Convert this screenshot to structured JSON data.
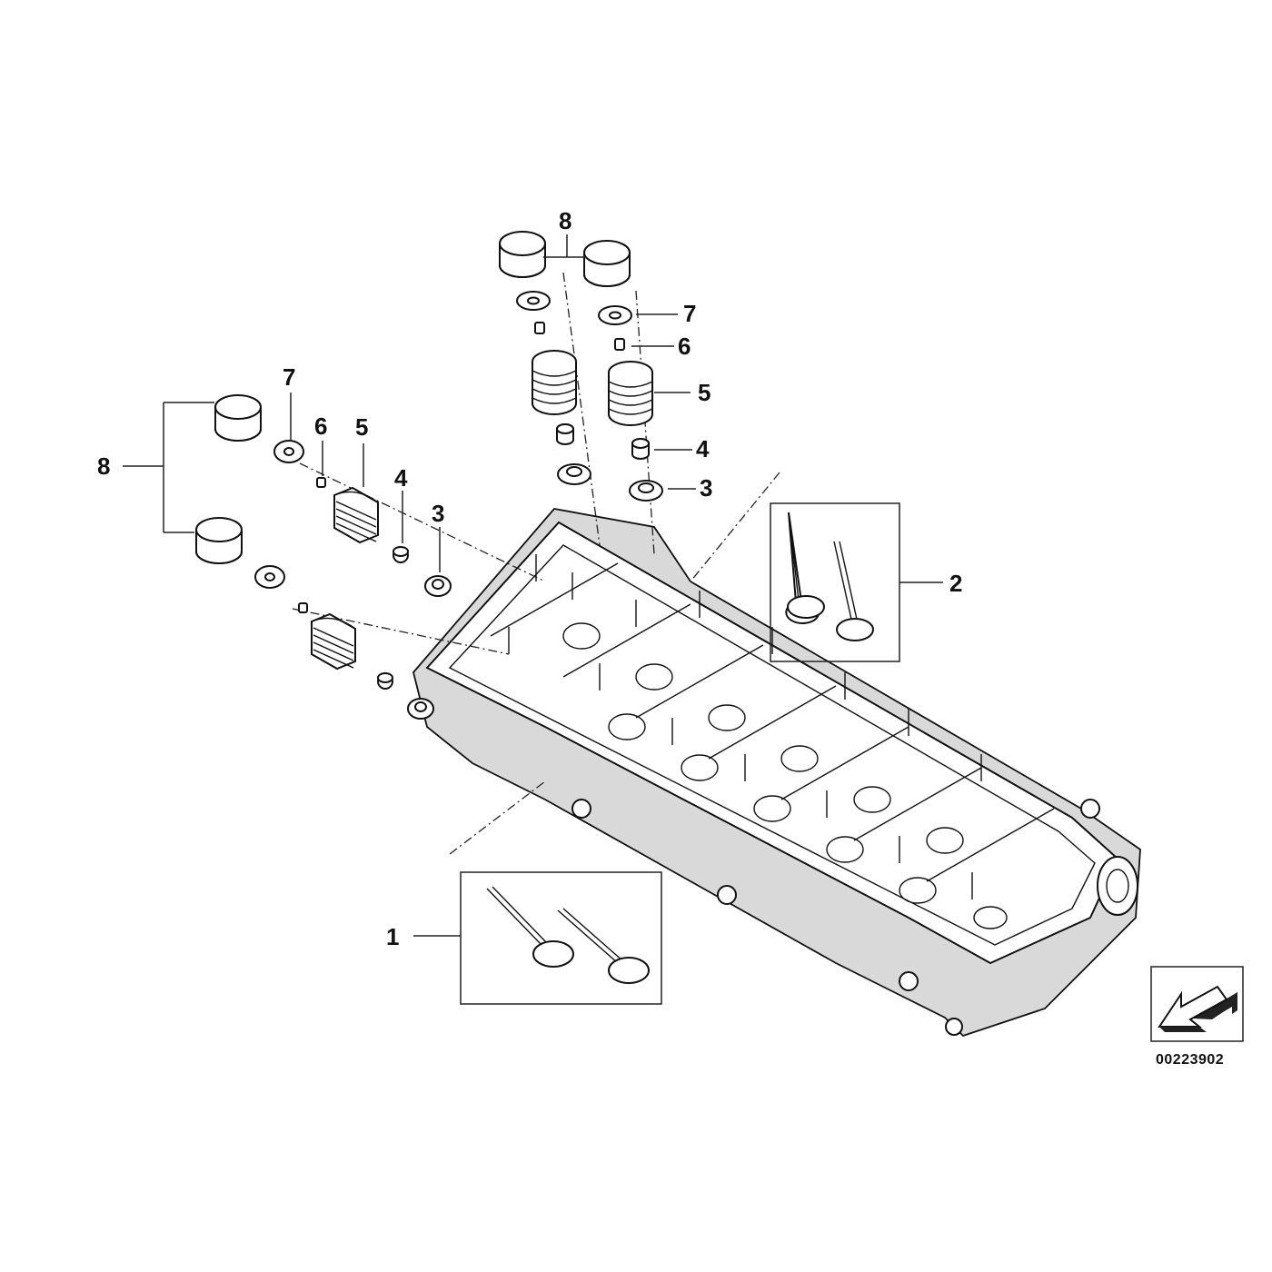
{
  "diagram": {
    "callouts": {
      "inlet_valve": "1",
      "exhaust_valve": "2",
      "spring_seat": "3",
      "valve_stem_seal": "4",
      "valve_spring": "5",
      "valve_collet": "6",
      "spring_retainer": "7",
      "tappet": "8"
    },
    "reference_number": "00223902",
    "icons": {
      "orientation_arrow": "arrow-down-left-icon"
    }
  }
}
